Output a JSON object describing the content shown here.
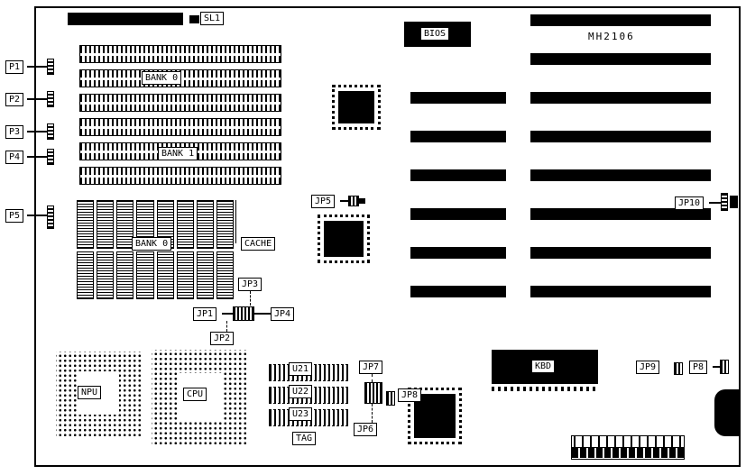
{
  "title": "MH2106",
  "colors": {
    "ink": "#000000",
    "paper": "#ffffff"
  },
  "labels": {
    "sl1": "SL1",
    "p1": "P1",
    "p2": "P2",
    "p3": "P3",
    "p4": "P4",
    "p5": "P5",
    "p8": "P8",
    "bank0_top": "BANK 0",
    "bank1": "BANK 1",
    "bank0_cache": "BANK 0",
    "cache": "CACHE",
    "bios": "BIOS",
    "kbd": "KBD",
    "npu": "NPU",
    "cpu": "CPU",
    "u21": "U21",
    "u22": "U22",
    "u23": "U23",
    "tag": "TAG",
    "jp1": "JP1",
    "jp2": "JP2",
    "jp3": "JP3",
    "jp4": "JP4",
    "jp5": "JP5",
    "jp6": "JP6",
    "jp7": "JP7",
    "jp8": "JP8",
    "jp9": "JP9",
    "jp10": "JP10"
  }
}
